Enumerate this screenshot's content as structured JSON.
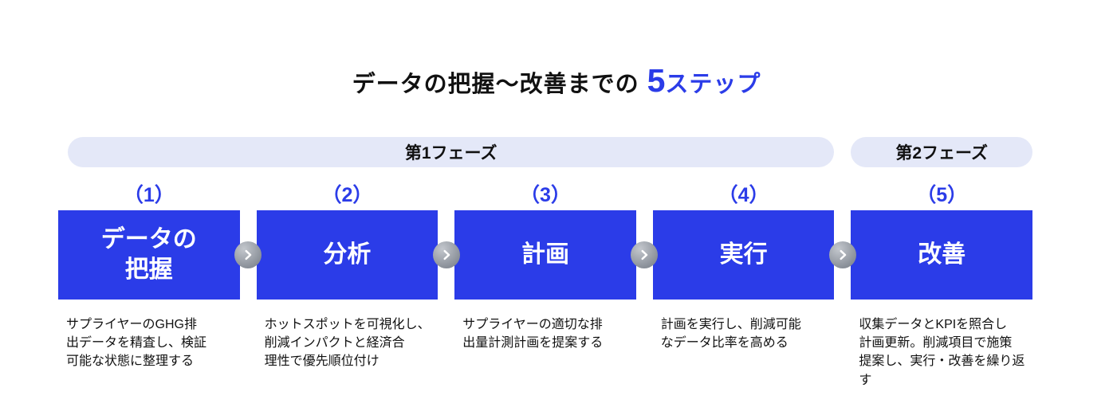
{
  "title": {
    "prefix": "データの把握～改善までの",
    "number": "5",
    "suffix": "ステップ"
  },
  "phases": [
    {
      "label": "第1フェーズ"
    },
    {
      "label": "第2フェーズ"
    }
  ],
  "steps": [
    {
      "number": "（1）",
      "label": "データの\n把握",
      "description": "サプライヤーのGHG排\n出データを精査し、検証\n可能な状態に整理する"
    },
    {
      "number": "（2）",
      "label": "分析",
      "description": "ホットスポットを可視化し、\n削減インパクトと経済合\n理性で優先順位付け"
    },
    {
      "number": "（3）",
      "label": "計画",
      "description": "サプライヤーの適切な排\n出量計測計画を提案する"
    },
    {
      "number": "（4）",
      "label": "実行",
      "description": "計画を実行し、削減可能\nなデータ比率を高める"
    },
    {
      "number": "（5）",
      "label": "改善",
      "description": "収集データとKPIを照合し\n計画更新。削減項目で施策\n提案し、実行・改善を繰り返す"
    }
  ],
  "icons": {
    "between_steps": "chevron-right"
  },
  "colors": {
    "accent_blue": "#2b3ce8",
    "step_box_blue": "#2b3ce8",
    "phase_pill_bg": "#e4e8f8",
    "arrow_circle_gray": "#878d96",
    "text_dark": "#111111",
    "box_text": "#ffffff"
  }
}
